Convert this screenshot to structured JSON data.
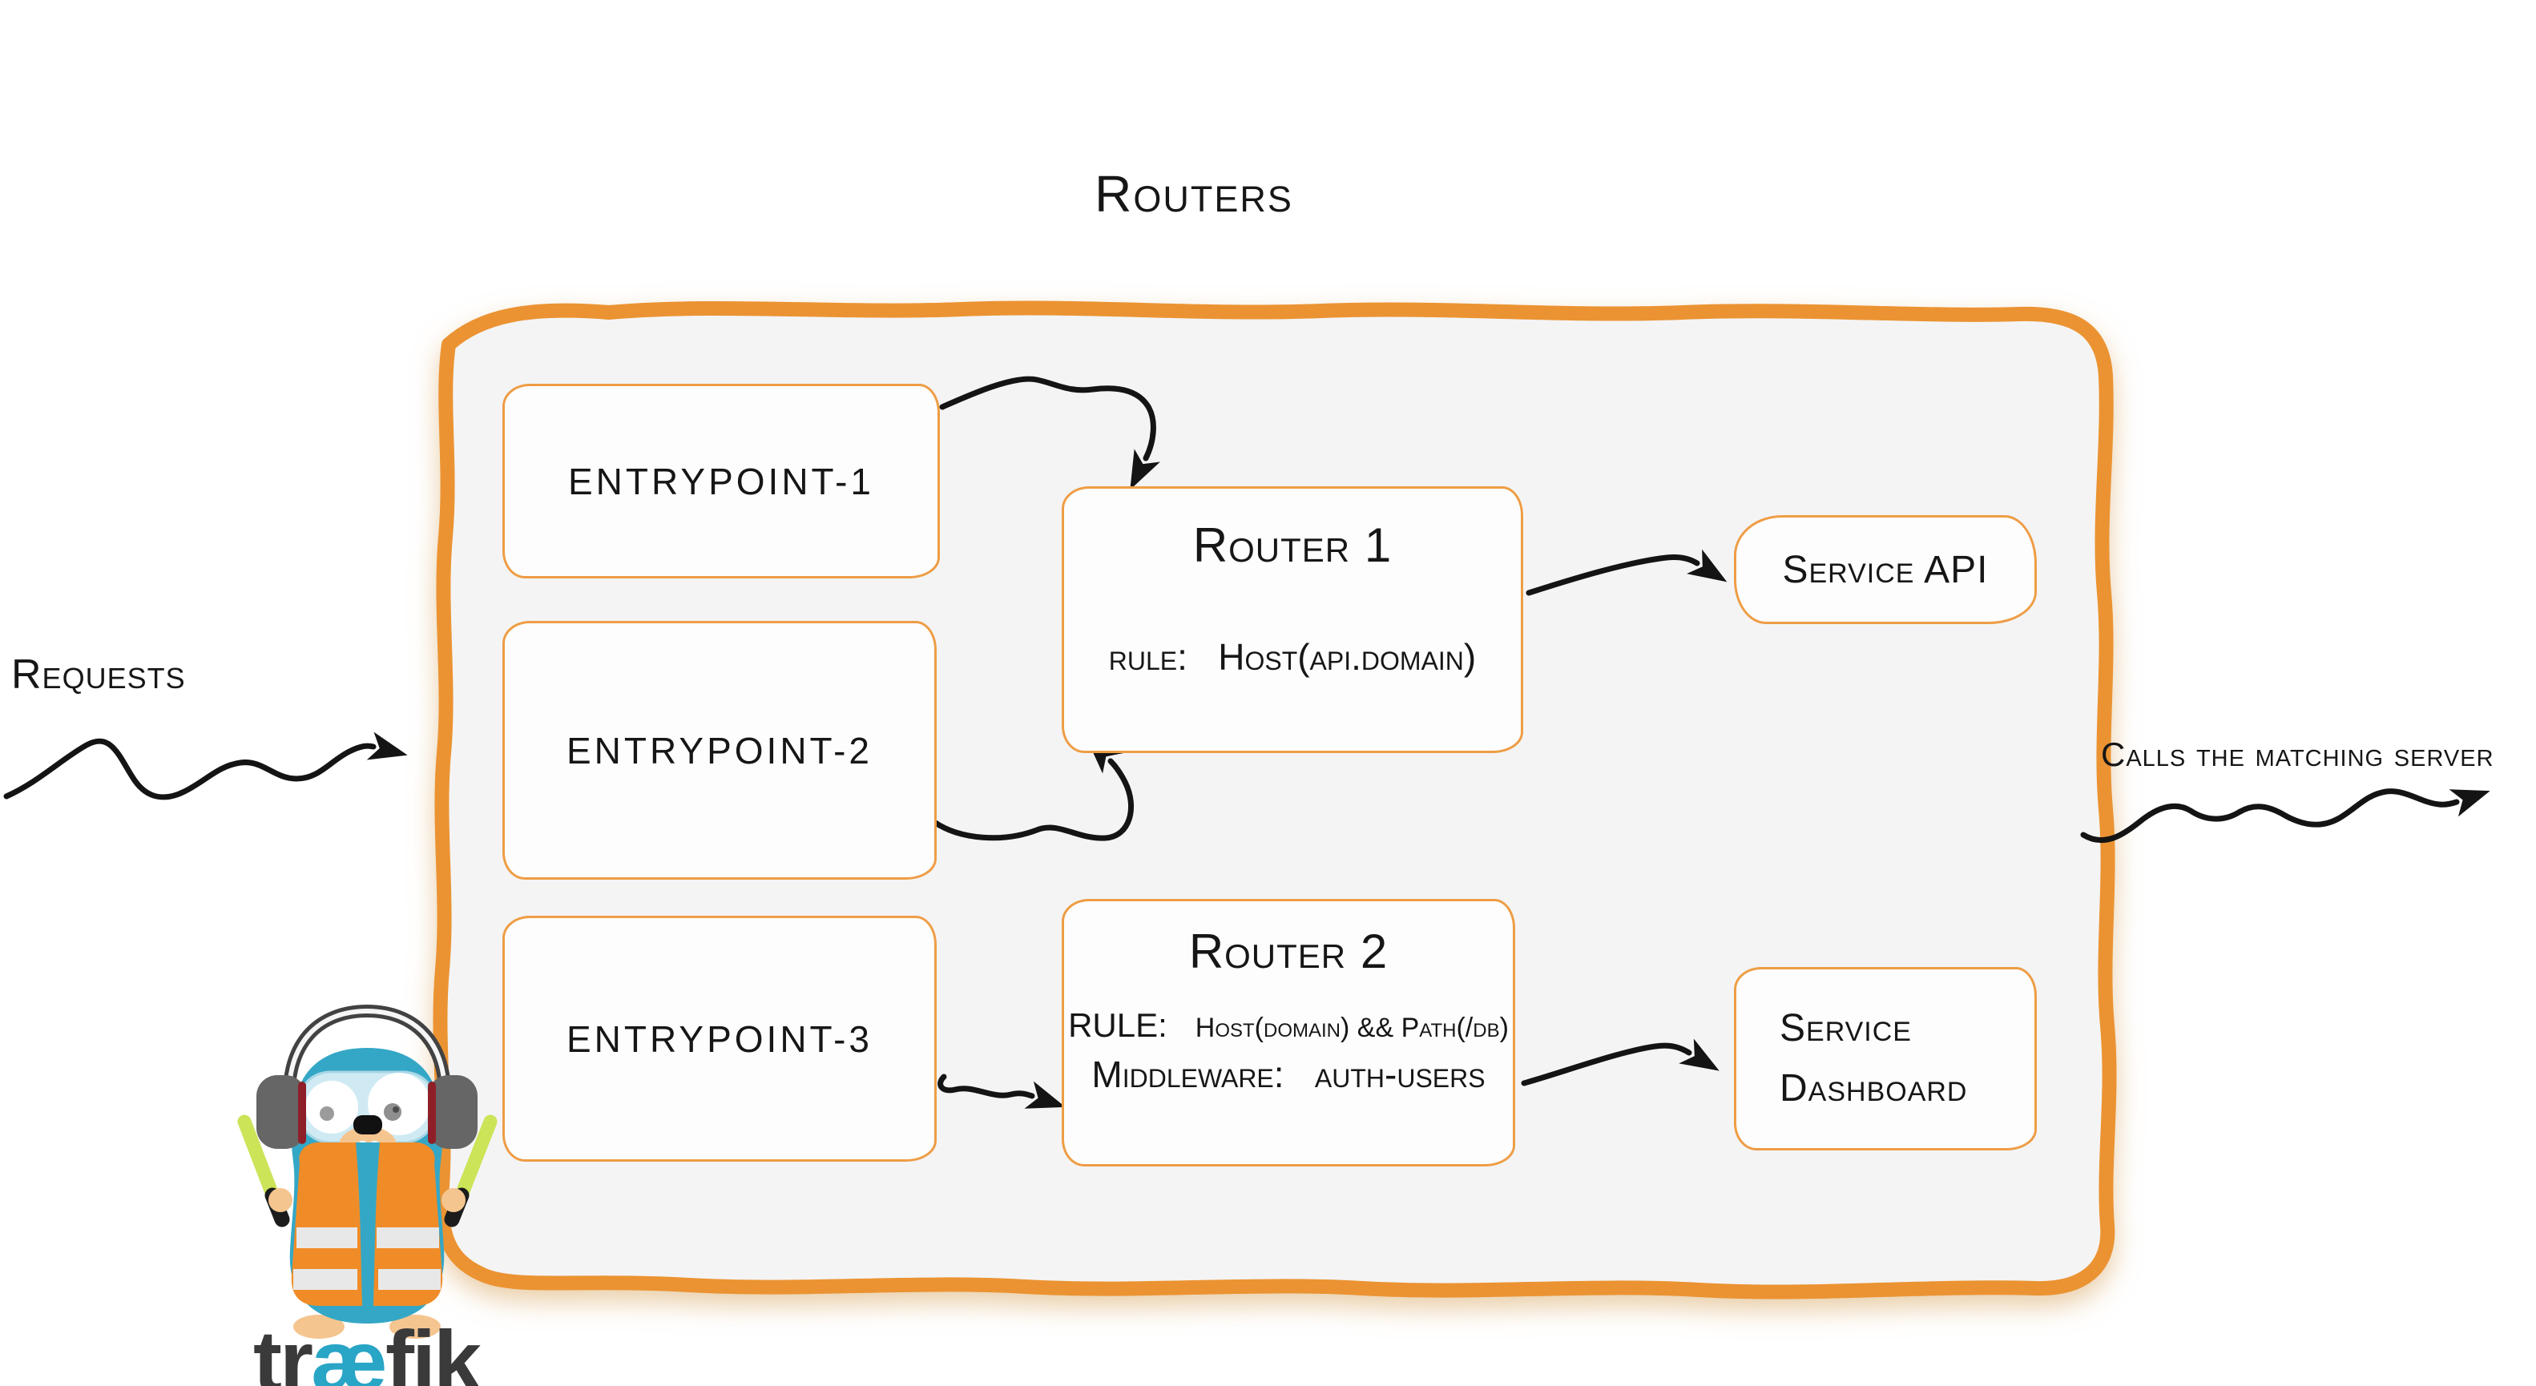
{
  "title": "Routers",
  "left_label": "Requests",
  "right_label": "Calls the matching server",
  "entrypoints": [
    {
      "label": "entrypoint-1"
    },
    {
      "label": "entrypoint-2"
    },
    {
      "label": "entrypoint-3"
    }
  ],
  "routers": [
    {
      "name": "Router 1",
      "rule_key": "rule:",
      "rule_value": "Host(api.domain)"
    },
    {
      "name": "Router 2",
      "rule_key": "RULE:",
      "rule_value": "Host(domain) && Path(/db)",
      "middleware_key": "Middleware:",
      "middleware_value": "auth-users"
    }
  ],
  "services": [
    {
      "line1": "Service API"
    },
    {
      "line1": "Service",
      "line2": "Dashboard"
    }
  ],
  "logo": {
    "part1": "tr",
    "part2": "æ",
    "part3": "fik"
  },
  "colors": {
    "container_border": "#eb9330",
    "box_border": "#ee9d45",
    "container_fill": "#f4f4f5",
    "ink": "#161616",
    "logo_teal": "#29a5c6",
    "logo_gray": "#3a3a3a",
    "gopher_blue": "#35a7c6",
    "vest_orange": "#f08c27",
    "stick_green": "#cbe458"
  }
}
